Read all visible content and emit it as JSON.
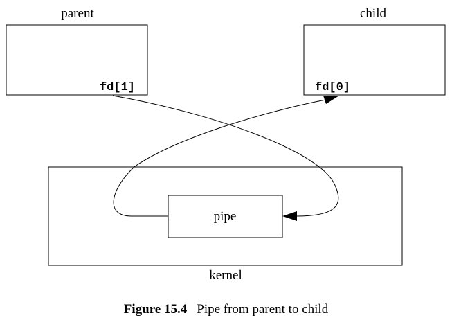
{
  "diagram": {
    "parent": {
      "title": "parent",
      "fd_label": "fd[1]"
    },
    "child": {
      "title": "child",
      "fd_label": "fd[0]"
    },
    "kernel": {
      "label": "kernel"
    },
    "pipe": {
      "label": "pipe"
    }
  },
  "caption": {
    "label": "Figure 15.4",
    "text": "Pipe from parent to child"
  }
}
